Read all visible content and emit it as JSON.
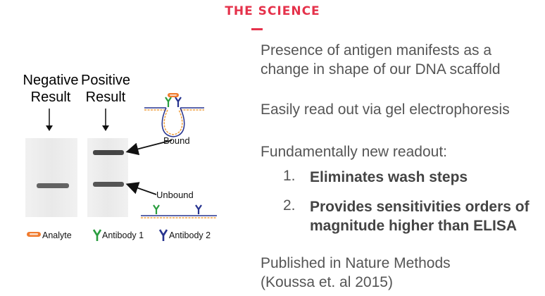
{
  "header": {
    "title": "THE SCIENCE",
    "accent_color": "#e5324b"
  },
  "figure": {
    "negative_label": "Negative Result",
    "positive_label": "Positive Result",
    "bound_label": "Bound",
    "unbound_label": "Unbound",
    "legend": {
      "analyte": "Analyte",
      "antibody1": "Antibody 1",
      "antibody2": "Antibody 2"
    },
    "colors": {
      "analyte": "#f07b2e",
      "antibody1": "#2a9d3f",
      "antibody2": "#26338f",
      "dna": "#f0a040"
    }
  },
  "content": {
    "point1": "Presence of antigen manifests as a change in shape of our DNA scaffold",
    "point2": "Easily read out via gel electrophoresis",
    "point3": "Fundamentally new readout:",
    "list": [
      {
        "num": "1.",
        "text": "Eliminates wash steps"
      },
      {
        "num": "2.",
        "text": "Provides sensitivities orders of magnitude higher than ELISA"
      }
    ],
    "citation": "Published in Nature Methods (Koussa et. al 2015)"
  }
}
